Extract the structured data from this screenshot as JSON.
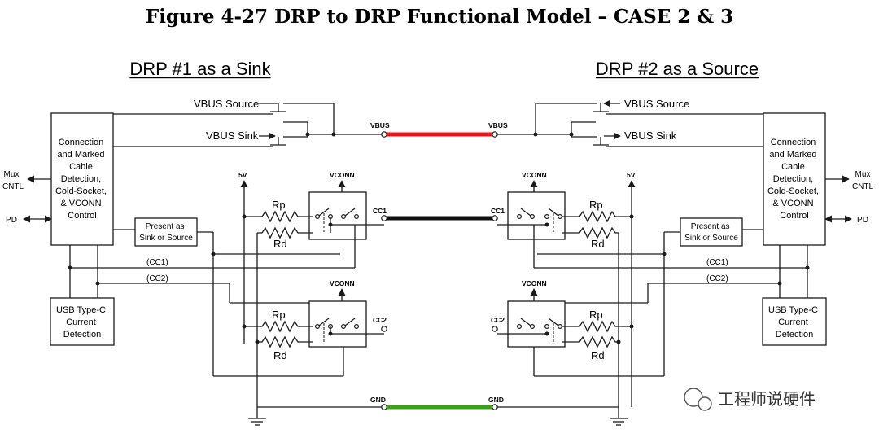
{
  "title": "Figure 4-27  DRP to DRP Functional Model – CASE 2 & 3",
  "left": {
    "header": "DRP #1 as a Sink",
    "vbus_source": "VBUS Source",
    "vbus_sink": "VBUS Sink",
    "control_box": [
      "Connection",
      "and Marked",
      "Cable",
      "Detection,",
      "Cold-Socket,",
      "& VCONN",
      "Control"
    ],
    "present_box": [
      "Present as",
      "Sink or Source"
    ],
    "usb_box": [
      "USB Type-C",
      "Current",
      "Detection"
    ],
    "mux": [
      "Mux",
      "CNTL"
    ],
    "pd": "PD",
    "v5": "5V",
    "vconn1": "VCONN",
    "vconn2": "VCONN",
    "rp1": "Rp",
    "rd1": "Rd",
    "rp2": "Rp",
    "rd2": "Rd",
    "cc1": "CC1",
    "cc2": "CC2",
    "cc1_bus": "(CC1)",
    "cc2_bus": "(CC2)",
    "vbus_pin": "VBUS",
    "gnd_pin": "GND"
  },
  "right": {
    "header": "DRP #2 as a Source",
    "vbus_source": "VBUS Source",
    "vbus_sink": "VBUS Sink",
    "control_box": [
      "Connection",
      "and Marked",
      "Cable",
      "Detection,",
      "Cold-Socket,",
      "& VCONN",
      "Control"
    ],
    "present_box": [
      "Present as",
      "Sink or Source"
    ],
    "usb_box": [
      "USB Type-C",
      "Current",
      "Detection"
    ],
    "mux": [
      "Mux",
      "CNTL"
    ],
    "pd": "PD",
    "v5": "5V",
    "vconn1": "VCONN",
    "vconn2": "VCONN",
    "rp1": "Rp",
    "rd1": "Rd",
    "rp2": "Rp",
    "rd2": "Rd",
    "cc1": "CC1",
    "cc2": "CC2",
    "cc1_bus": "(CC1)",
    "cc2_bus": "(CC2)",
    "vbus_pin": "VBUS",
    "gnd_pin": "GND"
  },
  "cable_colors": {
    "vbus": "#e8141c",
    "cc": "#111111",
    "gnd": "#3aa31a"
  },
  "watermark": "工程师说硬件"
}
